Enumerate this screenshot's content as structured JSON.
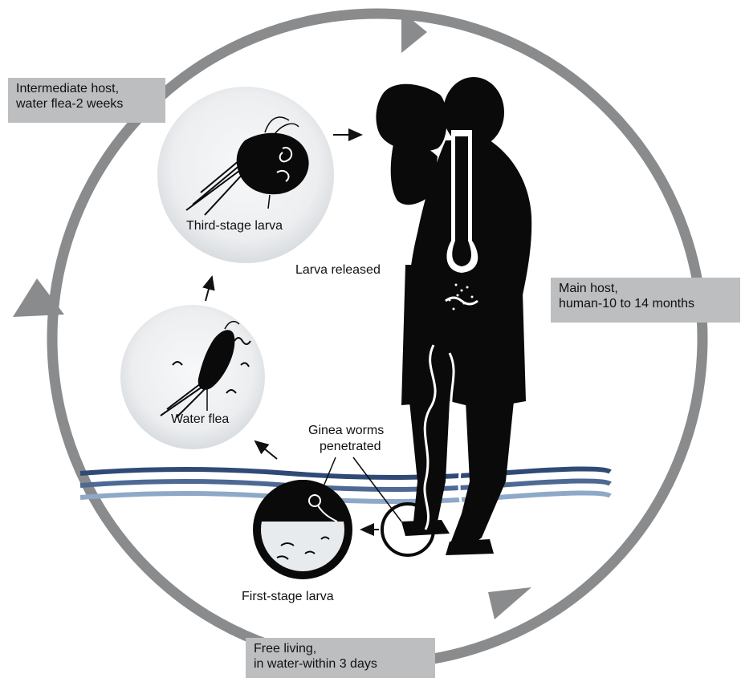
{
  "stages": {
    "intermediate_host": {
      "line1": "Intermediate host,",
      "line2": "water flea-2 weeks"
    },
    "main_host": {
      "line1": "Main host,",
      "line2": "human-10 to 14 months"
    },
    "free_living": {
      "line1": "Free living,",
      "line2": "in water-within 3 days"
    }
  },
  "labels": {
    "third_stage_larva": "Third-stage larva",
    "larva_released": "Larva released",
    "water_flea": "Water flea",
    "worms_penetrated_line1": "Ginea worms",
    "worms_penetrated_line2": "penetrated",
    "first_stage_larva": "First-stage larva"
  },
  "colors": {
    "cycle_ring": "#8a8b8d",
    "silhouette": "#0a0a0a",
    "water_dark": "#2f4a75",
    "water_light": "#8ea8c8",
    "label_box": "#bdbebf",
    "bubble": "#e8ebee"
  },
  "icons": {
    "cycle_arrows": "arrowhead",
    "human": "human-drinking-silhouette",
    "flea": "water-flea-silhouette",
    "worm": "guinea-worm"
  }
}
